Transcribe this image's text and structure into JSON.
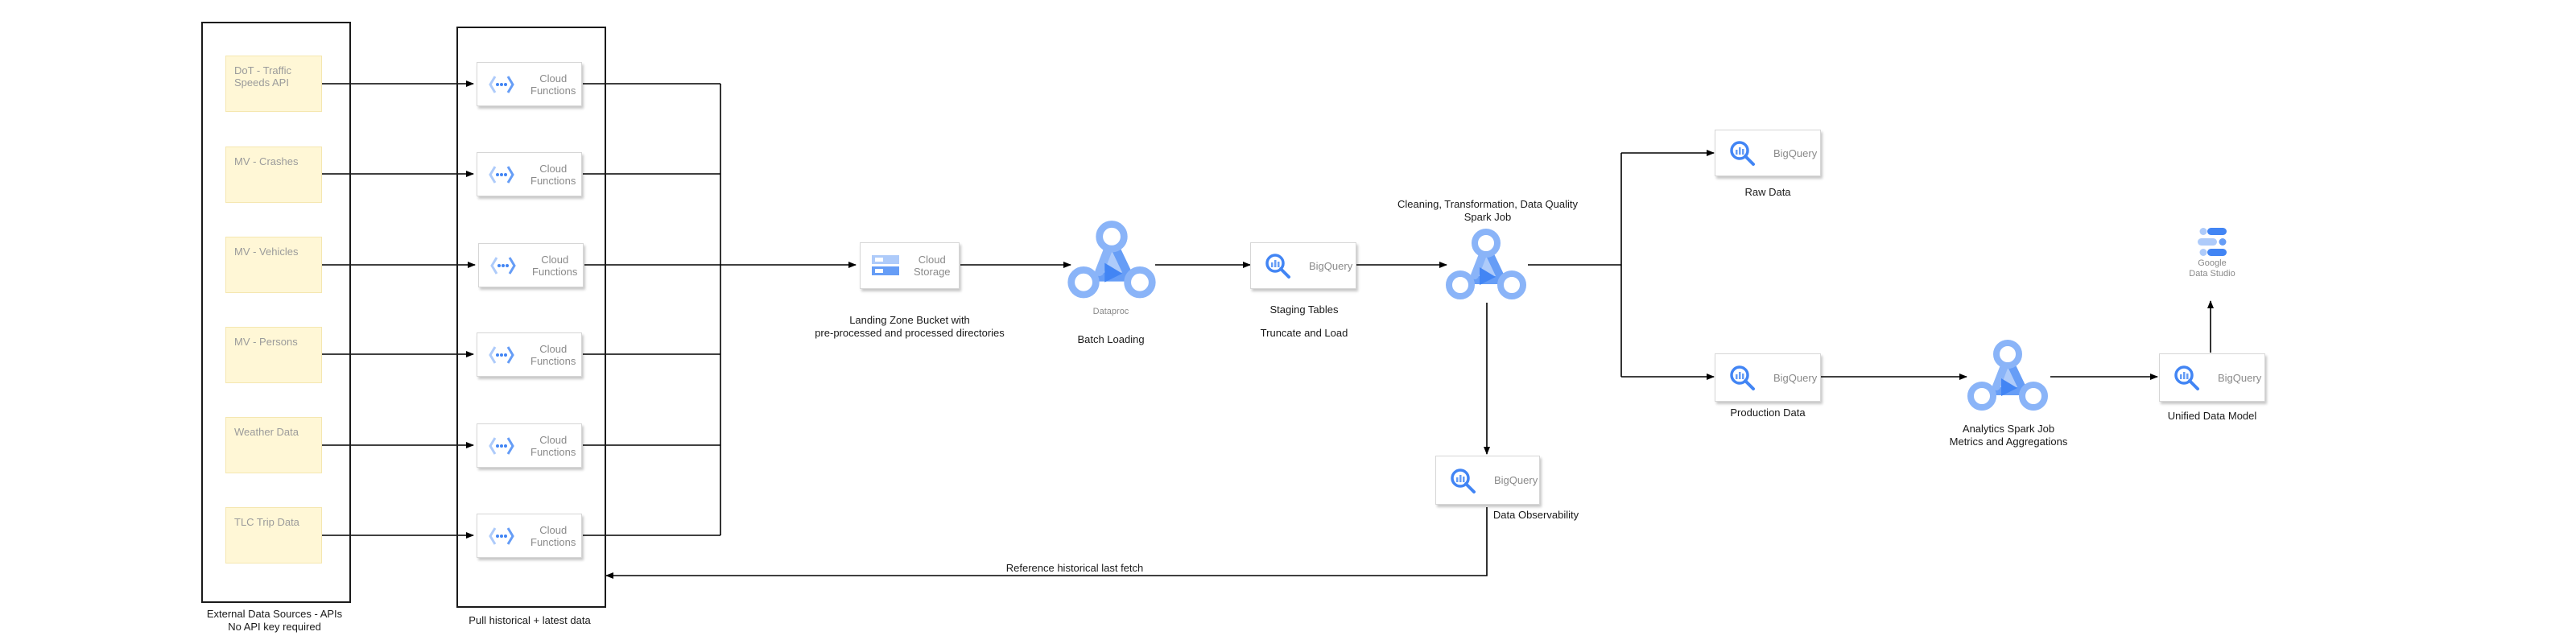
{
  "sources": {
    "caption_line1": "External Data Sources - APIs",
    "caption_line2": "No API key required",
    "items": [
      {
        "label_line1": "DoT - Traffic",
        "label_line2": "Speeds API"
      },
      {
        "label_line1": "MV - Crashes",
        "label_line2": ""
      },
      {
        "label_line1": "MV - Vehicles",
        "label_line2": ""
      },
      {
        "label_line1": "MV - Persons",
        "label_line2": ""
      },
      {
        "label_line1": "Weather Data",
        "label_line2": ""
      },
      {
        "label_line1": "TLC Trip Data",
        "label_line2": ""
      }
    ]
  },
  "functions": {
    "caption": "Pull historical + latest data",
    "label_line1": "Cloud",
    "label_line2": "Functions"
  },
  "storage": {
    "label_line1": "Cloud",
    "label_line2": "Storage",
    "caption_line1": "Landing Zone Bucket with",
    "caption_line2": "pre-processed and processed directories"
  },
  "batch": {
    "product": "Dataproc",
    "caption": "Batch Loading"
  },
  "staging": {
    "label": "BigQuery",
    "caption_line1": "Staging Tables",
    "caption_line2": "Truncate and Load"
  },
  "cleaning": {
    "caption_line1": "Cleaning, Transformation, Data Quality",
    "caption_line2": "Spark Job"
  },
  "observability": {
    "label": "BigQuery",
    "caption": "Data Observability"
  },
  "feedback": {
    "caption": "Reference historical last fetch"
  },
  "raw": {
    "label": "BigQuery",
    "caption": "Raw Data"
  },
  "production": {
    "label": "BigQuery",
    "caption": "Production Data"
  },
  "analytics": {
    "caption_line1": "Analytics Spark Job",
    "caption_line2": "Metrics and Aggregations"
  },
  "unified": {
    "label": "BigQuery",
    "caption": "Unified Data Model"
  },
  "studio": {
    "label_line1": "Google",
    "label_line2": "Data Studio"
  },
  "colors": {
    "line": "#000000",
    "icon_blue": "#4285f4",
    "icon_light": "#aecbfa",
    "source_fill": "#fff7d6"
  }
}
